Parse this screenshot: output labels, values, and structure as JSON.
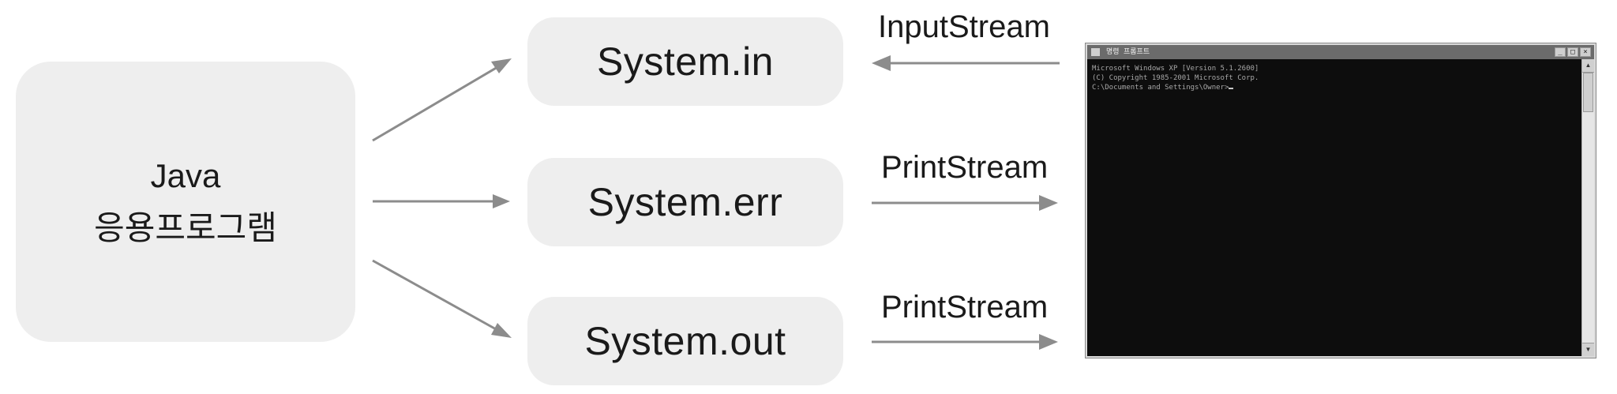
{
  "application": {
    "line1": "Java",
    "line2": "응용프로그램"
  },
  "streams": [
    {
      "name": "System.in",
      "type_label": "InputStream"
    },
    {
      "name": "System.err",
      "type_label": "PrintStream"
    },
    {
      "name": "System.out",
      "type_label": "PrintStream"
    }
  ],
  "console": {
    "title": "명령 프롬프트",
    "lines": [
      "Microsoft Windows XP [Version 5.1.2600]",
      "(C) Copyright 1985-2001 Microsoft Corp.",
      "",
      "C:\\Documents and Settings\\Owner>"
    ]
  },
  "colors": {
    "box_fill": "#eeeeee",
    "arrow": "#8c8c8c",
    "console_bg": "#0d0d0d"
  }
}
